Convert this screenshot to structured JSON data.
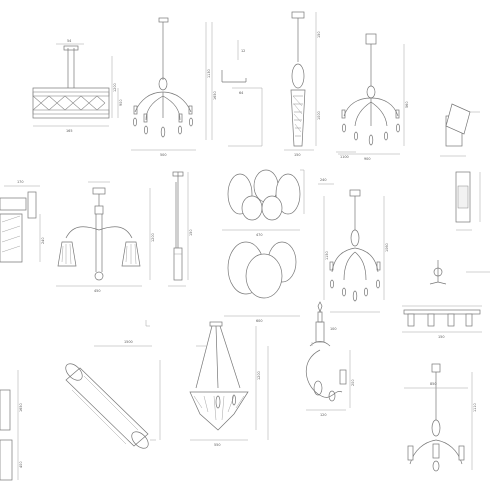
{
  "drawings": [
    {
      "name": "bar-pendant",
      "dims": [
        "54",
        "1200",
        "900",
        "165"
      ]
    },
    {
      "name": "crystal-chandelier-1",
      "dims": [
        "1130",
        "1650",
        "500"
      ]
    },
    {
      "name": "wall-bracket-top",
      "dims": [
        "12",
        "64"
      ]
    },
    {
      "name": "tall-pendant",
      "dims": [
        "150",
        "1000",
        "150"
      ]
    },
    {
      "name": "chandelier-2",
      "dims": [
        "900",
        "560",
        "1100"
      ]
    },
    {
      "name": "spot-top-right",
      "dims": []
    },
    {
      "name": "wall-spot-left",
      "dims": [
        "170",
        "240"
      ]
    },
    {
      "name": "two-arm-lamp",
      "dims": [
        "450",
        "1200"
      ]
    },
    {
      "name": "slim-pendant",
      "dims": [
        "150"
      ]
    },
    {
      "name": "ceiling-5-light",
      "dims": [
        "470",
        "600"
      ]
    },
    {
      "name": "chandelier-3",
      "dims": [
        "240",
        "1150",
        "1060"
      ]
    },
    {
      "name": "spot-right",
      "dims": []
    },
    {
      "name": "small-pendant",
      "dims": []
    },
    {
      "name": "four-light-bar",
      "dims": [
        "150"
      ]
    },
    {
      "name": "crystal-square-pendant",
      "dims": [
        "550",
        "1200"
      ]
    },
    {
      "name": "tube-wall-light",
      "dims": [
        "1500"
      ]
    },
    {
      "name": "candle-wall-light",
      "dims": [
        "200",
        "120",
        "100"
      ]
    },
    {
      "name": "chandelier-bottom",
      "dims": [
        "850",
        "1110"
      ]
    },
    {
      "name": "left-edge-fixture",
      "dims": [
        "1650",
        "400"
      ]
    }
  ]
}
